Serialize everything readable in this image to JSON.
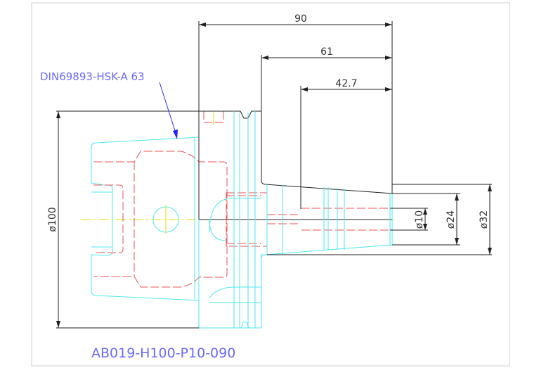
{
  "drawing": {
    "part_number": "AB019-H100-P10-090",
    "callout": "DIN69893-HSK-A 63",
    "dimensions": {
      "overall_length": "90",
      "nose_length": "61",
      "bore_depth": "42.7",
      "flange_diameter": "ø100",
      "bore_diameter": "ø10",
      "tip_diameter": "ø24",
      "nose_diameter": "ø32"
    }
  },
  "colors": {
    "outline": "#4ee8f0",
    "hidden": "#f05050",
    "centerline": "#e8e000",
    "dimension": "#222222",
    "text": "#6a6aff"
  }
}
